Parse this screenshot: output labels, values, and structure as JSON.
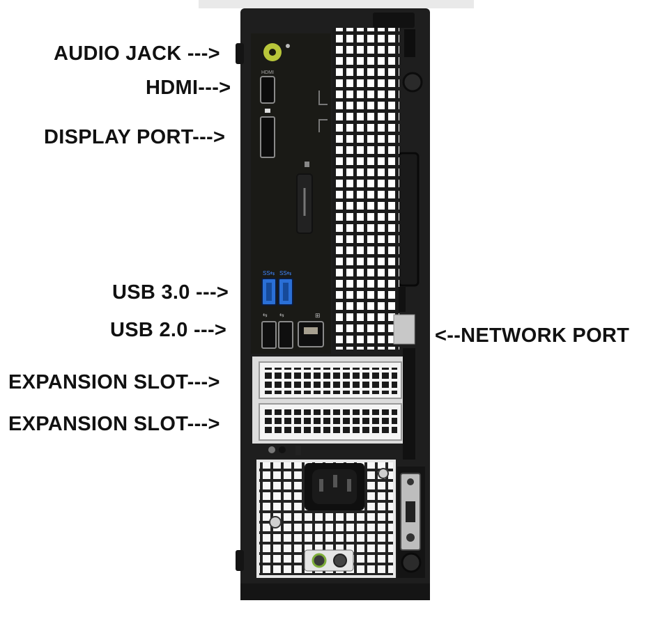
{
  "labels": {
    "audio_jack": "AUDIO JACK --->",
    "hdmi": "HDMI--->",
    "display_port": "DISPLAY PORT--->",
    "usb3": "USB 3.0 --->",
    "usb2": "USB 2.0 --->",
    "network_port": "<--NETWORK PORT",
    "expansion_slot_1": "EXPANSION SLOT--->",
    "expansion_slot_2": "EXPANSION SLOT--->"
  },
  "colors": {
    "chassis": "#1e1e1e",
    "grille": "#ffffff",
    "io_panel": "#1a1a16",
    "usb3_blue": "#2a6fd6",
    "audio_green": "#b8c63a",
    "label_text": "#111111"
  }
}
